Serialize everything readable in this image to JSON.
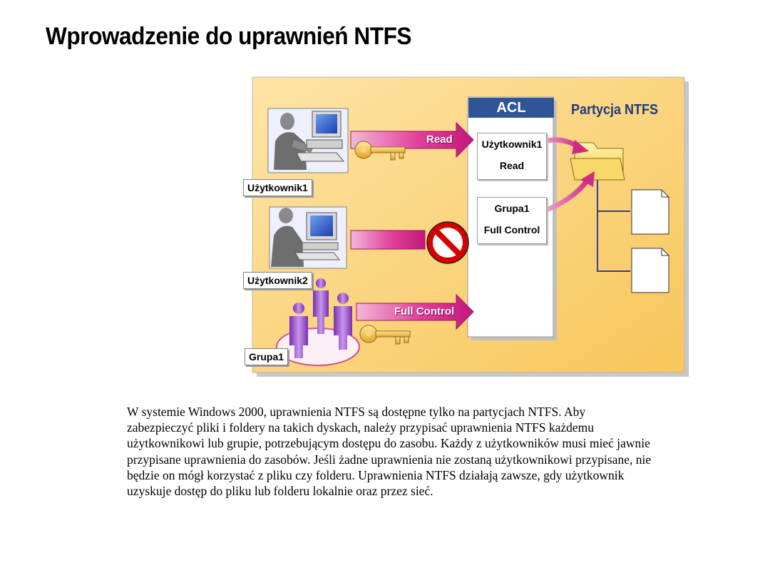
{
  "title": "Wprowadzenie do uprawnień NTFS",
  "diagram": {
    "users": [
      {
        "label": "Użytkownik1",
        "arrow_label": "Read",
        "access": "granted"
      },
      {
        "label": "Użytkownik2",
        "arrow_label": "",
        "access": "denied"
      },
      {
        "label": "Grupa1",
        "arrow_label": "Full Control",
        "access": "granted"
      }
    ],
    "acl": {
      "header": "ACL",
      "entries": [
        {
          "principal": "Użytkownik1",
          "permission": "Read"
        },
        {
          "principal": "Grupa1",
          "permission": "Full Control"
        }
      ]
    },
    "partition_title": "Partycja NTFS",
    "icons": [
      "computer-icon",
      "person-icon",
      "key-icon",
      "no-entry-icon",
      "folder-icon",
      "file-icon",
      "group-icon"
    ],
    "colors": {
      "panel": "#fbd57a",
      "arrow": "#d8288a",
      "acl_header": "#2f5597",
      "group": "#8f3fbf"
    }
  },
  "body_text": "W systemie Windows 2000, uprawnienia NTFS są dostępne tylko na partycjach NTFS. Aby zabezpieczyć pliki i foldery na takich dyskach, należy przypisać uprawnienia NTFS każdemu użytkownikowi lub grupie, potrzebującym dostępu do zasobu. Każdy z użytkowników musi mieć jawnie przypisane uprawnienia do zasobów. Jeśli żadne uprawnienia nie zostaną użytkownikowi przypisane, nie będzie on mógł korzystać z pliku czy folderu. Uprawnienia NTFS działają zawsze, gdy użytkownik uzyskuje dostęp do pliku lub folderu lokalnie oraz przez sieć."
}
